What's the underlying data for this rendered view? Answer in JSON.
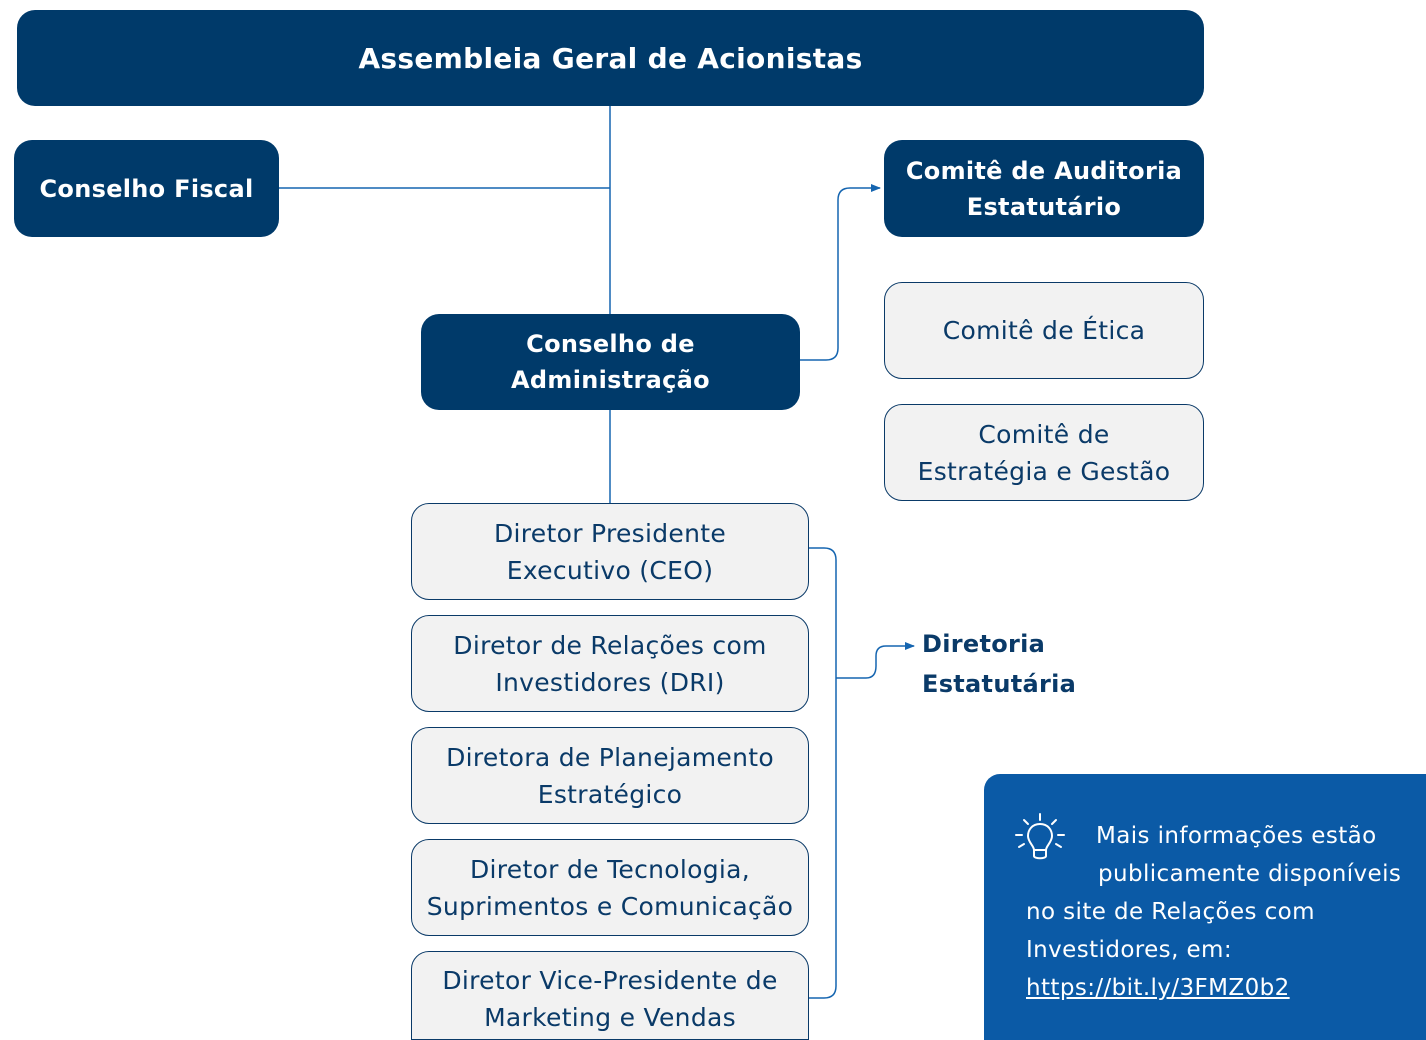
{
  "nodes": {
    "assembleia": "Assembleia Geral de Acionistas",
    "conselho_fiscal": "Conselho Fiscal",
    "comite_auditoria": [
      "Comitê de Auditoria",
      "Estatutário"
    ],
    "comite_etica": "Comitê de Ética",
    "comite_estrategia": [
      "Comitê de",
      "Estratégia e Gestão"
    ],
    "conselho_administracao": [
      "Conselho de",
      "Administração"
    ],
    "diretores": [
      [
        "Diretor Presidente",
        "Executivo (CEO)"
      ],
      [
        "Diretor de Relações com",
        "Investidores (DRI)"
      ],
      [
        "Diretora de Planejamento",
        "Estratégico"
      ],
      [
        "Diretor de Tecnologia,",
        "Suprimentos e Comunicação"
      ],
      [
        "Diretor Vice-Presidente de",
        "Marketing e Vendas"
      ]
    ],
    "diretoria_label": [
      "Diretoria",
      "Estatutária"
    ]
  },
  "info": {
    "lines": [
      "Mais informações estão",
      "publicamente disponíveis",
      "no site de Relações com",
      "Investidores, em:"
    ],
    "link": "https://bit.ly/3FMZ0b2",
    "icon": "lightbulb-icon"
  },
  "colors": {
    "dark_box": "#003a6a",
    "light_box": "#f2f2f2",
    "line": "#1565b0",
    "info_card": "#0b5aa6"
  }
}
